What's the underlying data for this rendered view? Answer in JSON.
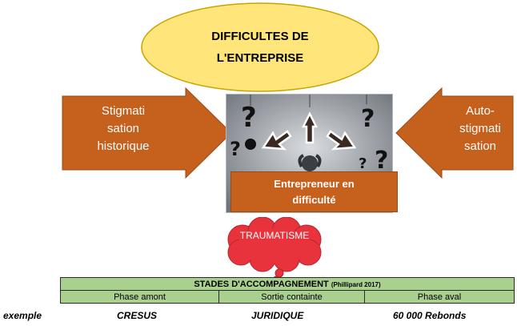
{
  "title_ellipse": {
    "line1": "DIFFICULTES DE",
    "line2": "L'ENTREPRISE"
  },
  "left_arrow": {
    "lines": [
      "Stigmati",
      "sation",
      "historique"
    ]
  },
  "right_arrow": {
    "lines": [
      "Auto-",
      "stigmati",
      "sation"
    ]
  },
  "center_banner": {
    "line1": "Entrepreneur en",
    "line2": "difficulté"
  },
  "cloud": {
    "text": "TRAUMATISME"
  },
  "table": {
    "header": "STADES D'ACCOMPAGNEMENT",
    "header_source": "(Phillipard 2017)",
    "phases": [
      "Phase amont",
      "Sortie containte",
      "Phase aval"
    ]
  },
  "examples": {
    "label": "exemple",
    "values": [
      "CRESUS",
      "JURIDIQUE",
      "60 000 Rebonds"
    ]
  },
  "colors": {
    "ellipse_fill": "#ffe57a",
    "ellipse_border": "#c9a400",
    "arrow_fill": "#c5601d",
    "arrow_border": "#9a4a14",
    "cloud_fill": "#e8323c",
    "table_fill": "#a9d08e"
  }
}
